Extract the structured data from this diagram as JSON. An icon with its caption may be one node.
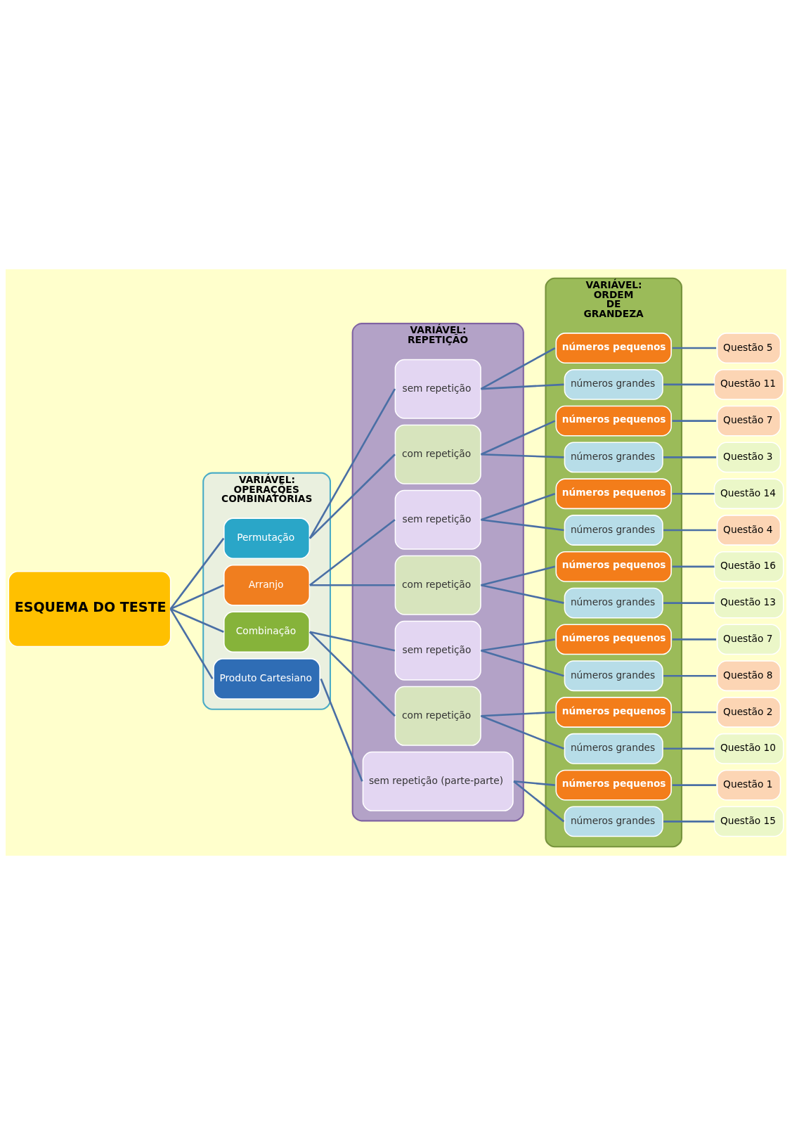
{
  "diagram": {
    "nodes": [
      {
        "text": [
          "ESQUEMA DO TESTE"
        ]
      },
      {
        "text": [
          "VARIÁVEL: OPERAÇÕES COMBINATÓRIAS"
        ]
      },
      {
        "text": [
          "Permutação"
        ],
        "in": 1
      },
      {
        "text": [
          "Arranjo"
        ],
        "in": 1
      },
      {
        "text": [
          "Combinação"
        ],
        "in": 1
      },
      {
        "text": [
          "Produto Cartesiano"
        ],
        "in": 1
      },
      {
        "text": [
          "VARIÁVEL: REPETIÇÃO"
        ]
      },
      {
        "text": [
          "sem repetição"
        ],
        "in": 6
      },
      {
        "text": [
          "com repetição"
        ],
        "in": 6
      },
      {
        "text": [
          "sem repetição"
        ],
        "in": 6
      },
      {
        "text": [
          "com repetição"
        ],
        "in": 6
      },
      {
        "text": [
          "sem repetição"
        ],
        "in": 6
      },
      {
        "text": [
          "com repetição"
        ],
        "in": 6
      },
      {
        "text": [
          "sem repetição (parte-parte)"
        ],
        "in": 6
      },
      {
        "text": [
          "VARIÁVEL: ORDEM DE GRANDEZA"
        ]
      },
      {
        "text": [
          "números pequenos"
        ],
        "in": 14
      },
      {
        "text": [
          "números grandes"
        ],
        "in": 14
      },
      {
        "text": [
          "números pequenos"
        ],
        "in": 14
      },
      {
        "text": [
          "números grandes"
        ],
        "in": 14
      },
      {
        "text": [
          "números pequenos"
        ],
        "in": 14
      },
      {
        "text": [
          "números grandes"
        ],
        "in": 14
      },
      {
        "text": [
          "números pequenos"
        ],
        "in": 14
      },
      {
        "text": [
          "números grandes"
        ],
        "in": 14
      },
      {
        "text": [
          "números pequenos"
        ],
        "in": 14
      },
      {
        "text": [
          "números grandes"
        ],
        "in": 14
      },
      {
        "text": [
          "números pequenos"
        ],
        "in": 14
      },
      {
        "text": [
          "números grandes"
        ],
        "in": 14
      },
      {
        "text": [
          "números pequenos"
        ],
        "in": 14
      },
      {
        "text": [
          "números grandes"
        ],
        "in": 14
      },
      {
        "text": [
          "Questão 5"
        ]
      },
      {
        "text": [
          "Questão 11"
        ]
      },
      {
        "text": [
          "Questão 7"
        ]
      },
      {
        "text": [
          "Questão 3"
        ]
      },
      {
        "text": [
          "Questão 14"
        ]
      },
      {
        "text": [
          "Questão 4"
        ]
      },
      {
        "text": [
          "Questão 16"
        ]
      },
      {
        "text": [
          "Questão 13"
        ]
      },
      {
        "text": [
          "Questão 7"
        ]
      },
      {
        "text": [
          "Questão 8"
        ]
      },
      {
        "text": [
          "Questão 2"
        ]
      },
      {
        "text": [
          "Questão 10"
        ]
      },
      {
        "text": [
          "Questão 1"
        ]
      },
      {
        "text": [
          "Questão 15"
        ]
      }
    ],
    "edges": [
      {
        "from": 0,
        "to": 2,
        "arrow": "none"
      },
      {
        "from": 0,
        "to": 3,
        "arrow": "none"
      },
      {
        "from": 0,
        "to": 4,
        "arrow": "none"
      },
      {
        "from": 0,
        "to": 5,
        "arrow": "none"
      },
      {
        "from": 2,
        "to": 7,
        "arrow": "none"
      },
      {
        "from": 2,
        "to": 8,
        "arrow": "none"
      },
      {
        "from": 3,
        "to": 9,
        "arrow": "none"
      },
      {
        "from": 3,
        "to": 10,
        "arrow": "none"
      },
      {
        "from": 4,
        "to": 11,
        "arrow": "none"
      },
      {
        "from": 4,
        "to": 12,
        "arrow": "none"
      },
      {
        "from": 5,
        "to": 13,
        "arrow": "none"
      },
      {
        "from": 7,
        "to": 15,
        "arrow": "none"
      },
      {
        "from": 7,
        "to": 16,
        "arrow": "none"
      },
      {
        "from": 8,
        "to": 17,
        "arrow": "none"
      },
      {
        "from": 8,
        "to": 18,
        "arrow": "none"
      },
      {
        "from": 9,
        "to": 19,
        "arrow": "none"
      },
      {
        "from": 9,
        "to": 20,
        "arrow": "none"
      },
      {
        "from": 10,
        "to": 21,
        "arrow": "none"
      },
      {
        "from": 10,
        "to": 22,
        "arrow": "none"
      },
      {
        "from": 11,
        "to": 23,
        "arrow": "none"
      },
      {
        "from": 11,
        "to": 24,
        "arrow": "none"
      },
      {
        "from": 12,
        "to": 25,
        "arrow": "none"
      },
      {
        "from": 12,
        "to": 26,
        "arrow": "none"
      },
      {
        "from": 13,
        "to": 27,
        "arrow": "none"
      },
      {
        "from": 13,
        "to": 28,
        "arrow": "none"
      },
      {
        "from": 15,
        "to": 29,
        "arrow": "none"
      },
      {
        "from": 16,
        "to": 30,
        "arrow": "none"
      },
      {
        "from": 17,
        "to": 31,
        "arrow": "none"
      },
      {
        "from": 18,
        "to": 32,
        "arrow": "none"
      },
      {
        "from": 19,
        "to": 33,
        "arrow": "none"
      },
      {
        "from": 20,
        "to": 34,
        "arrow": "none"
      },
      {
        "from": 21,
        "to": 35,
        "arrow": "none"
      },
      {
        "from": 22,
        "to": 36,
        "arrow": "none"
      },
      {
        "from": 23,
        "to": 37,
        "arrow": "none"
      },
      {
        "from": 24,
        "to": 38,
        "arrow": "none"
      },
      {
        "from": 25,
        "to": 39,
        "arrow": "none"
      },
      {
        "from": 26,
        "to": 40,
        "arrow": "none"
      },
      {
        "from": 27,
        "to": 41,
        "arrow": "none"
      },
      {
        "from": 28,
        "to": 42,
        "arrow": "none"
      }
    ]
  }
}
